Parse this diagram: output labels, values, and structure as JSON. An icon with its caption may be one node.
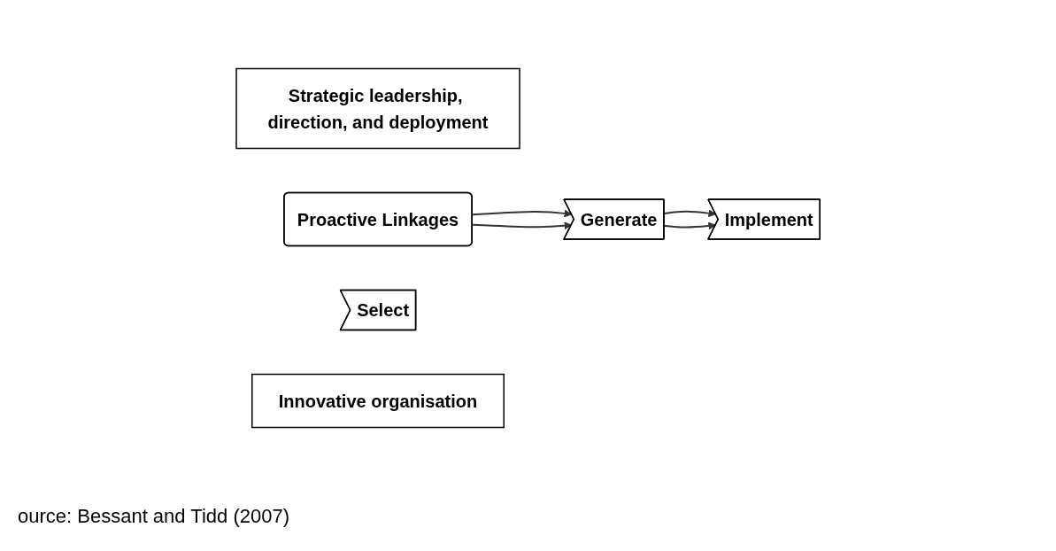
{
  "diagram": {
    "caption": "ource: Bessant and Tidd (2007)",
    "nodes": [
      {
        "text": [
          "Strategic leadership, direction, and deployment"
        ]
      },
      {
        "text": [
          "Proactive Linkages"
        ]
      },
      {
        "text": [
          "Generate"
        ]
      },
      {
        "text": [
          "Select"
        ]
      },
      {
        "text": [
          "Implement"
        ]
      },
      {
        "text": [
          "Innovative organisation"
        ]
      }
    ],
    "edges": [
      {
        "from": 1,
        "to": 2,
        "arrow": "to"
      },
      {
        "from": 1,
        "to": 2,
        "arrow": "to"
      },
      {
        "from": 2,
        "to": 4,
        "arrow": "to"
      },
      {
        "from": 2,
        "to": 4,
        "arrow": "to"
      }
    ]
  }
}
